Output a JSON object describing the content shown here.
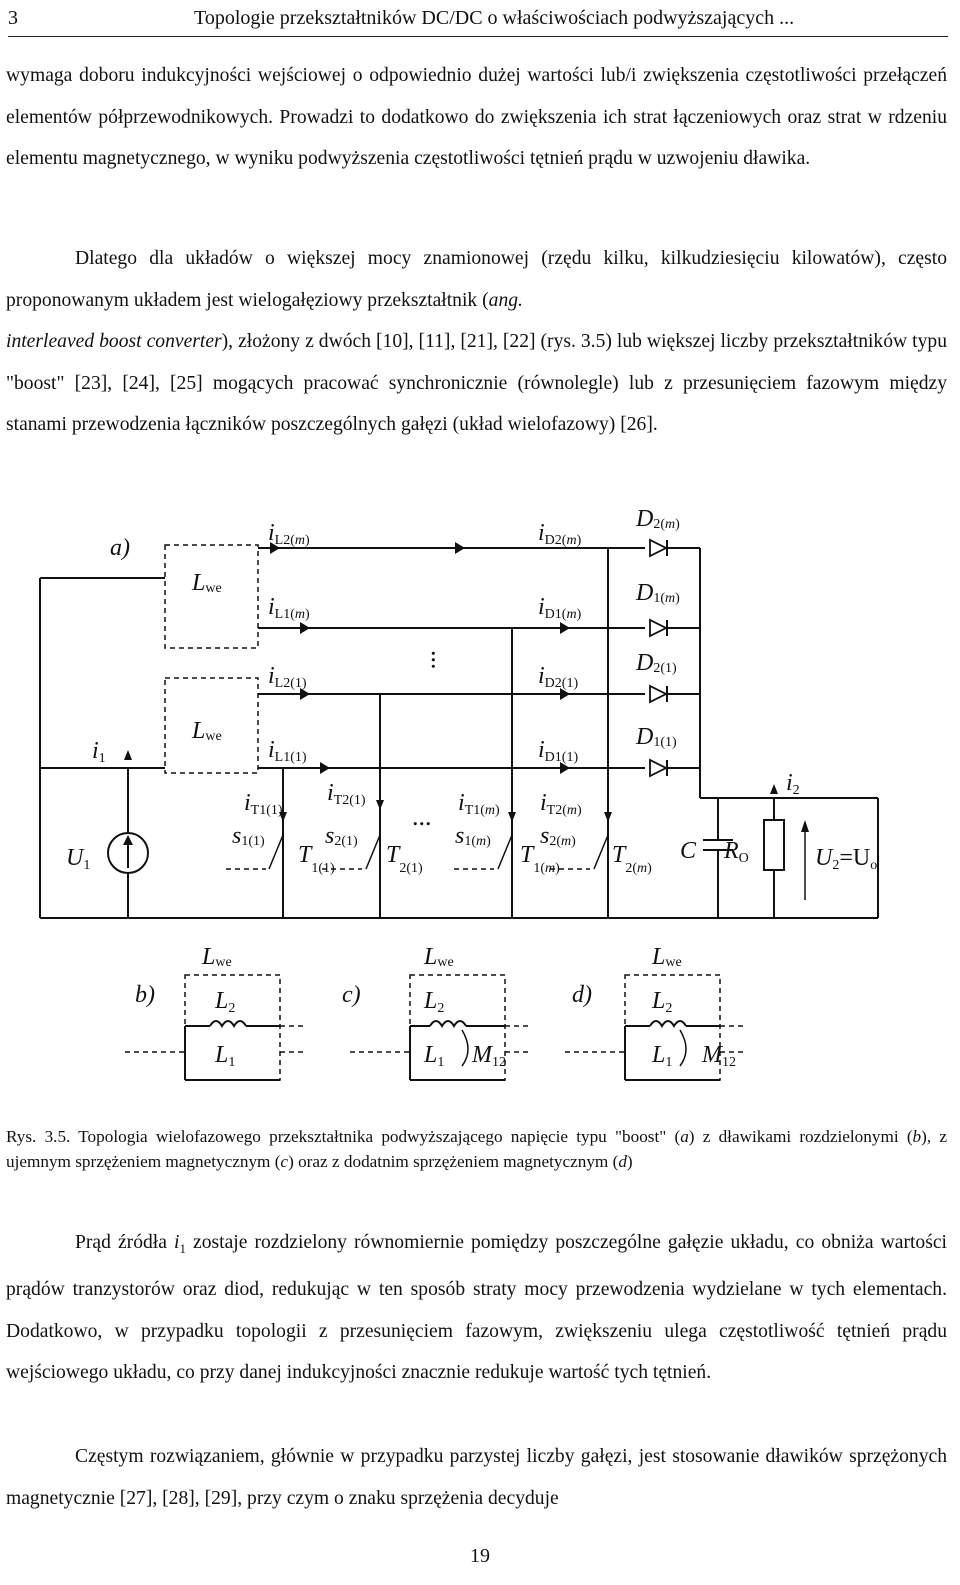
{
  "header": {
    "number": "3",
    "title": "Topologie przekształtników DC/DC o właściwościach podwyższających ..."
  },
  "para1": "wymaga doboru indukcyjności wejściowej o odpowiednio dużej wartości lub/i zwiększenia częstotliwości przełączeń elementów półprzewodnikowych. Prowadzi to dodatkowo do zwiększenia ich strat łączeniowych oraz strat w rdzeniu elementu magnetycznego, w wyniku podwyższenia częstotliwości tętnień prądu w uzwojeniu dławika.",
  "para2": {
    "part1": "Dlatego dla układów o większej mocy znamionowej (rzędu kilku, kilkudziesięciu kilowatów), często proponowanym układem jest wielogałęziowy przekształtnik (",
    "ang": "ang.",
    "term": "interleaved boost converter",
    "part2": "), złożony z dwóch [10], [11], [21], [22] (rys. 3.5) lub większej liczby przekształtników typu \"boost\" [23], [24], [25] mogących pracować synchronicznie (równolegle) lub z przesunięciem fazowym między stanami przewodzenia łączników poszczególnych gałęzi (układ wielofazowy) [26]."
  },
  "figure": {
    "label_a": "a)",
    "label_b": "b)",
    "label_c": "c)",
    "label_d": "d)",
    "iL2m_i": "i",
    "iL2m_s": "L2(",
    "iL2m_m": "m",
    "iL2m_e": ")",
    "iL1m_i": "i",
    "iL1m_s": "L1(",
    "iL1m_m": "m",
    "iL1m_e": ")",
    "iD2m_i": "i",
    "iD2m_s": "D2(",
    "iD2m_m": "m",
    "iD2m_e": ")",
    "iD1m_i": "i",
    "iD1m_s": "D1(",
    "iD1m_m": "m",
    "iD1m_e": ")",
    "D2m_D": "D",
    "D2m_s": "2(",
    "D2m_m": "m",
    "D2m_e": ")",
    "D1m_D": "D",
    "D1m_s": "1(",
    "D1m_m": "m",
    "D1m_e": ")",
    "Lwe_L": "L",
    "Lwe_s": "we",
    "iL21_i": "i",
    "iL21_s": "L2(1)",
    "iL11_i": "i",
    "iL11_s": "L1(1)",
    "iD21_i": "i",
    "iD21_s": "D2(1)",
    "iD11_i": "i",
    "iD11_s": "D1(1)",
    "D21_D": "D",
    "D21_s": "2(1)",
    "D11_D": "D",
    "D11_s": "1(1)",
    "i1_i": "i",
    "i1_s": "1",
    "i2_i": "i",
    "i2_s": "2",
    "iT11_i": "i",
    "iT11_s": "T1(1)",
    "iT21_i": "i",
    "iT21_s": "T2(1)",
    "iT1m_i": "i",
    "iT1m_s": "T1(",
    "iT1m_m": "m",
    "iT1m_e": ")",
    "iT2m_i": "i",
    "iT2m_s": "T2(",
    "iT2m_m": "m",
    "iT2m_e": ")",
    "s11_s": "s",
    "s11_sub": "1(1)",
    "s21_s": "s",
    "s21_sub": "2(1)",
    "s1m_s": "s",
    "s1m_sub": "1(",
    "s1m_m": "m",
    "s1m_e": ")",
    "s2m_s": "s",
    "s2m_sub": "2(",
    "s2m_m": "m",
    "s2m_e": ")",
    "T11_T": "T",
    "T11_s": "1(1)",
    "T21_T": "T",
    "T21_s": "2(1)",
    "T1m_T": "T",
    "T1m_s": "1(",
    "T1m_m": "m",
    "T1m_e": ")",
    "T2m_T": "T",
    "T2m_s": "2(",
    "T2m_m": "m",
    "T2m_e": ")",
    "C": "C",
    "Ro_R": "R",
    "Ro_s": "O",
    "U1_U": "U",
    "U1_s": "1",
    "U2_U": "U",
    "U2_s": "2",
    "U2_eq": "=U",
    "U2_o": "o",
    "L2_L": "L",
    "L2_s": "2",
    "L1_L": "L",
    "L1_s": "1",
    "M12_M": "M",
    "M12_s": "12",
    "dots": "..."
  },
  "caption": {
    "p1": "Rys. 3.5. Topologia wielofazowego przekształtnika podwyższającego napięcie typu \"boost\" (",
    "a": "a",
    "p2": ") z dławikami rozdzielonymi (",
    "b": "b",
    "p3": "), z ujemnym sprzężeniem magnetycznym (",
    "c": "c",
    "p4": ") oraz z dodatnim sprzężeniem magnetycznym (",
    "d": "d",
    "p5": ")"
  },
  "para3": {
    "part1": "Prąd źródła ",
    "var": "i",
    "sub": "1",
    "part2": " zostaje rozdzielony równomiernie pomiędzy poszczególne gałęzie układu, co obniża wartości prądów tranzystorów oraz diod, redukując w ten sposób straty mocy przewodzenia wydzielane w tych elementach. Dodatkowo, w przypadku topologii z przesunięciem fazowym, zwiększeniu ulega częstotliwość tętnień prądu wejściowego układu, co przy danej indukcyjności znacznie redukuje wartość tych tętnień."
  },
  "para4": "Częstym rozwiązaniem, głównie w przypadku parzystej liczby gałęzi, jest stosowanie dławików sprzężonych magnetycznie [27], [28], [29], przy czym o znaku sprzężenia decyduje",
  "page_number": "19"
}
